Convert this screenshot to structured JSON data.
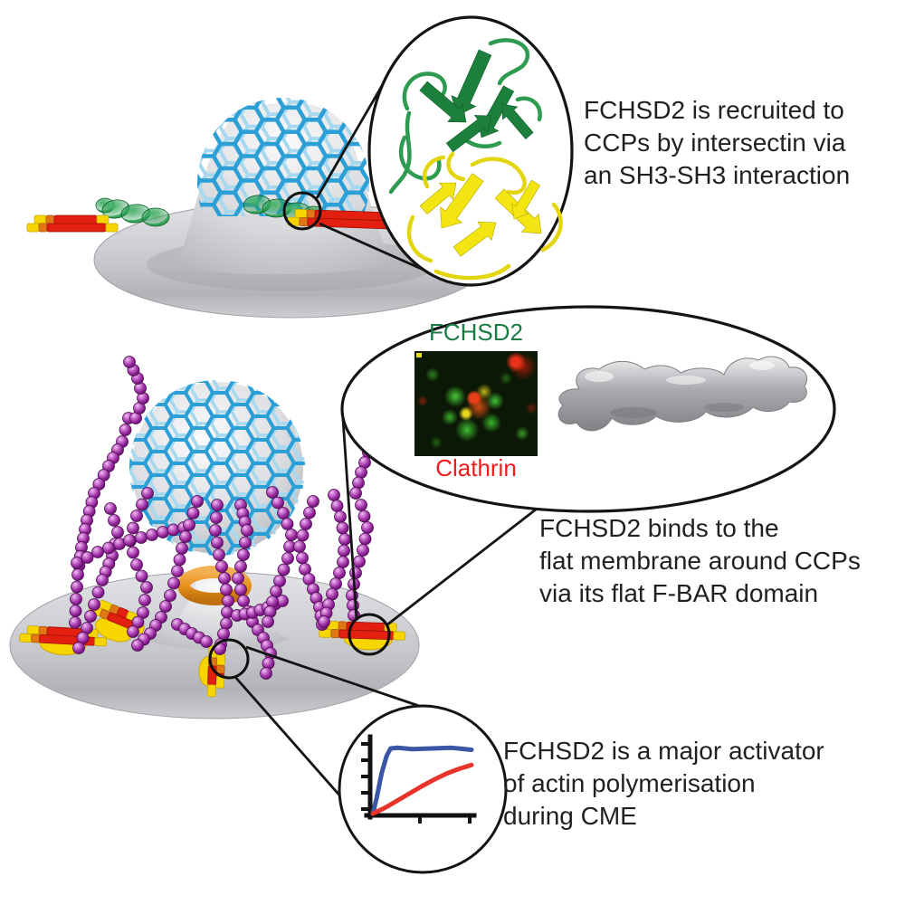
{
  "captions": {
    "sh3": "FCHSD2 is recruited to\nCCPs by intersectin via\nan SH3-SH3 interaction",
    "fbar": "FCHSD2 binds to the\nflat membrane around CCPs\nvia its flat F-BAR domain",
    "actin": "FCHSD2 is a major activator\nof actin polymerisation\nduring CME"
  },
  "micrograph": {
    "label_top": "FCHSD2",
    "label_top_color": "#1B7B44",
    "label_bottom": "Clathrin",
    "label_bottom_color": "#EE1C1B"
  },
  "colors": {
    "clathrin_lattice_blue": "#2B9FD6",
    "membrane_gray": "#C6C7CB",
    "intersectin_green": "#128A3E",
    "fbar_rod_red": "#E3200F",
    "fbar_tip_yellow": "#F7D500",
    "fbar_tip_orange": "#E07818",
    "actin_purple": "#8A1C8C",
    "neck_ring_orange": "#E8921E",
    "sh3_ribbon_green": "#1C7F3C",
    "sh3_ribbon_yellow": "#F2E511",
    "em_density_gray": "#939498",
    "callout_black": "#141414",
    "caption_text": "#231F20"
  },
  "chart_data": {
    "type": "line",
    "title": "",
    "xlabel": "",
    "ylabel": "",
    "xlim": [
      0,
      10
    ],
    "ylim": [
      0,
      1.1
    ],
    "x_ticks_labeled": false,
    "y_ticks_labeled": false,
    "legend": "none",
    "series": [
      {
        "name": "fast plateau curve (with FCHSD2)",
        "color": "#3A57A7",
        "x": [
          0,
          0.4,
          0.9,
          1.4,
          1.8,
          2.5,
          4,
          6,
          8,
          10
        ],
        "y": [
          0,
          0.25,
          0.62,
          0.88,
          0.99,
          1.0,
          0.98,
          0.99,
          1.0,
          0.97
        ]
      },
      {
        "name": "slow gradual curve",
        "color": "#E8342A",
        "x": [
          0,
          1.25,
          2.5,
          3.75,
          5,
          6.25,
          7.5,
          8.75,
          10
        ],
        "y": [
          0,
          0.09,
          0.2,
          0.31,
          0.42,
          0.52,
          0.61,
          0.68,
          0.74
        ]
      }
    ]
  }
}
